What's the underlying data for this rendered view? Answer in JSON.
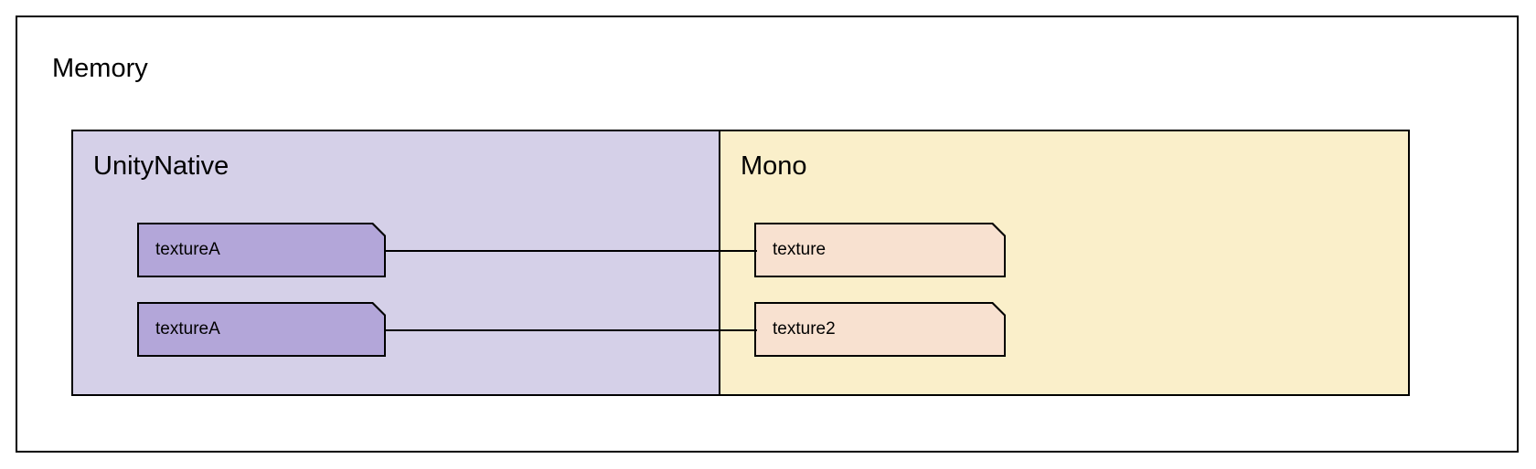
{
  "diagram": {
    "title": "Memory",
    "regions": [
      {
        "name": "UnityNative",
        "accent": "#d5d0e8",
        "objects": [
          {
            "label": "textureA",
            "fill": "#b3a6d9"
          },
          {
            "label": "textureA",
            "fill": "#b3a6d9"
          }
        ]
      },
      {
        "name": "Mono",
        "accent": "#faefca",
        "objects": [
          {
            "label": "texture",
            "fill": "#f8e1d0"
          },
          {
            "label": "texture2",
            "fill": "#f8e1d0"
          }
        ]
      }
    ],
    "connections": [
      {
        "from": "textureA",
        "to": "texture"
      },
      {
        "from": "textureA",
        "to": "texture2"
      }
    ],
    "colors": {
      "border": "#000000",
      "page_background": "#ffffff",
      "native_region": "#d5d0e8",
      "mono_region": "#faefca",
      "native_object": "#b3a6d9",
      "mono_object": "#f8e1d0"
    }
  }
}
